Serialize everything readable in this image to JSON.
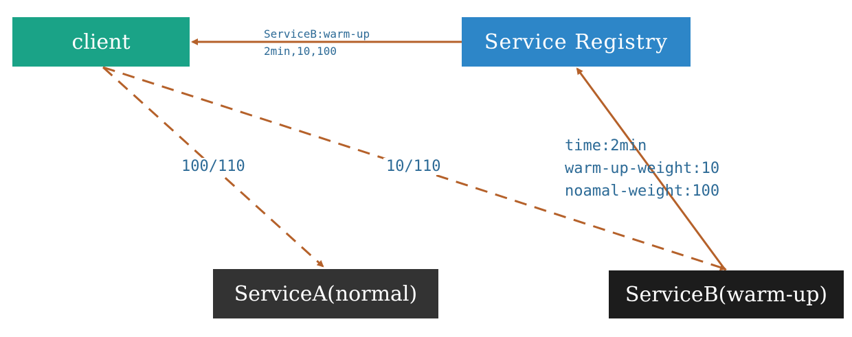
{
  "nodes": {
    "client": "client",
    "registry": "Service Registry",
    "service_a": "ServiceA(normal)",
    "service_b": "ServiceB(warm-up)"
  },
  "edges": {
    "registry_to_client": {
      "line1": "ServiceB:warm-up",
      "line2": "2min,10,100"
    },
    "client_to_a": {
      "label": "100/110"
    },
    "client_to_b": {
      "label": "10/110"
    },
    "b_to_registry": {
      "line1": "time:2min",
      "line2": "warm-up-weight:10",
      "line3": "noamal-weight:100"
    }
  },
  "colors": {
    "arrow": "#b5612a",
    "label_text": "#2c6a96",
    "client_fill": "#1aa387",
    "registry_fill": "#2d86c8",
    "service_a_fill": "#333333",
    "service_b_fill": "#1c1c1c"
  }
}
